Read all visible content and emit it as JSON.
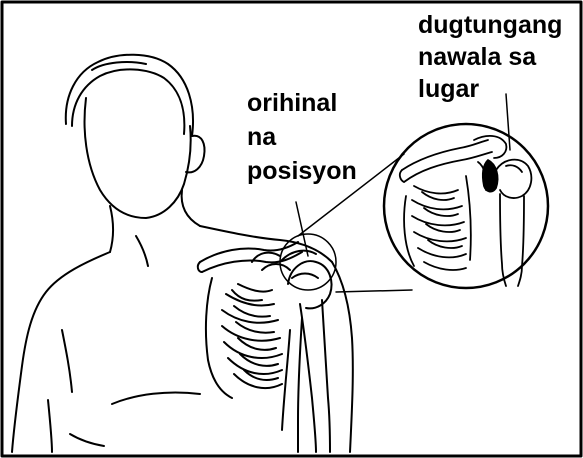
{
  "labels": {
    "original_position": [
      "orihinal",
      "na",
      "posisyon"
    ],
    "dislocated_joint": [
      "dugtungang",
      "nawala sa",
      "lugar"
    ]
  },
  "colors": {
    "line": "#000000",
    "background": "#ffffff"
  }
}
